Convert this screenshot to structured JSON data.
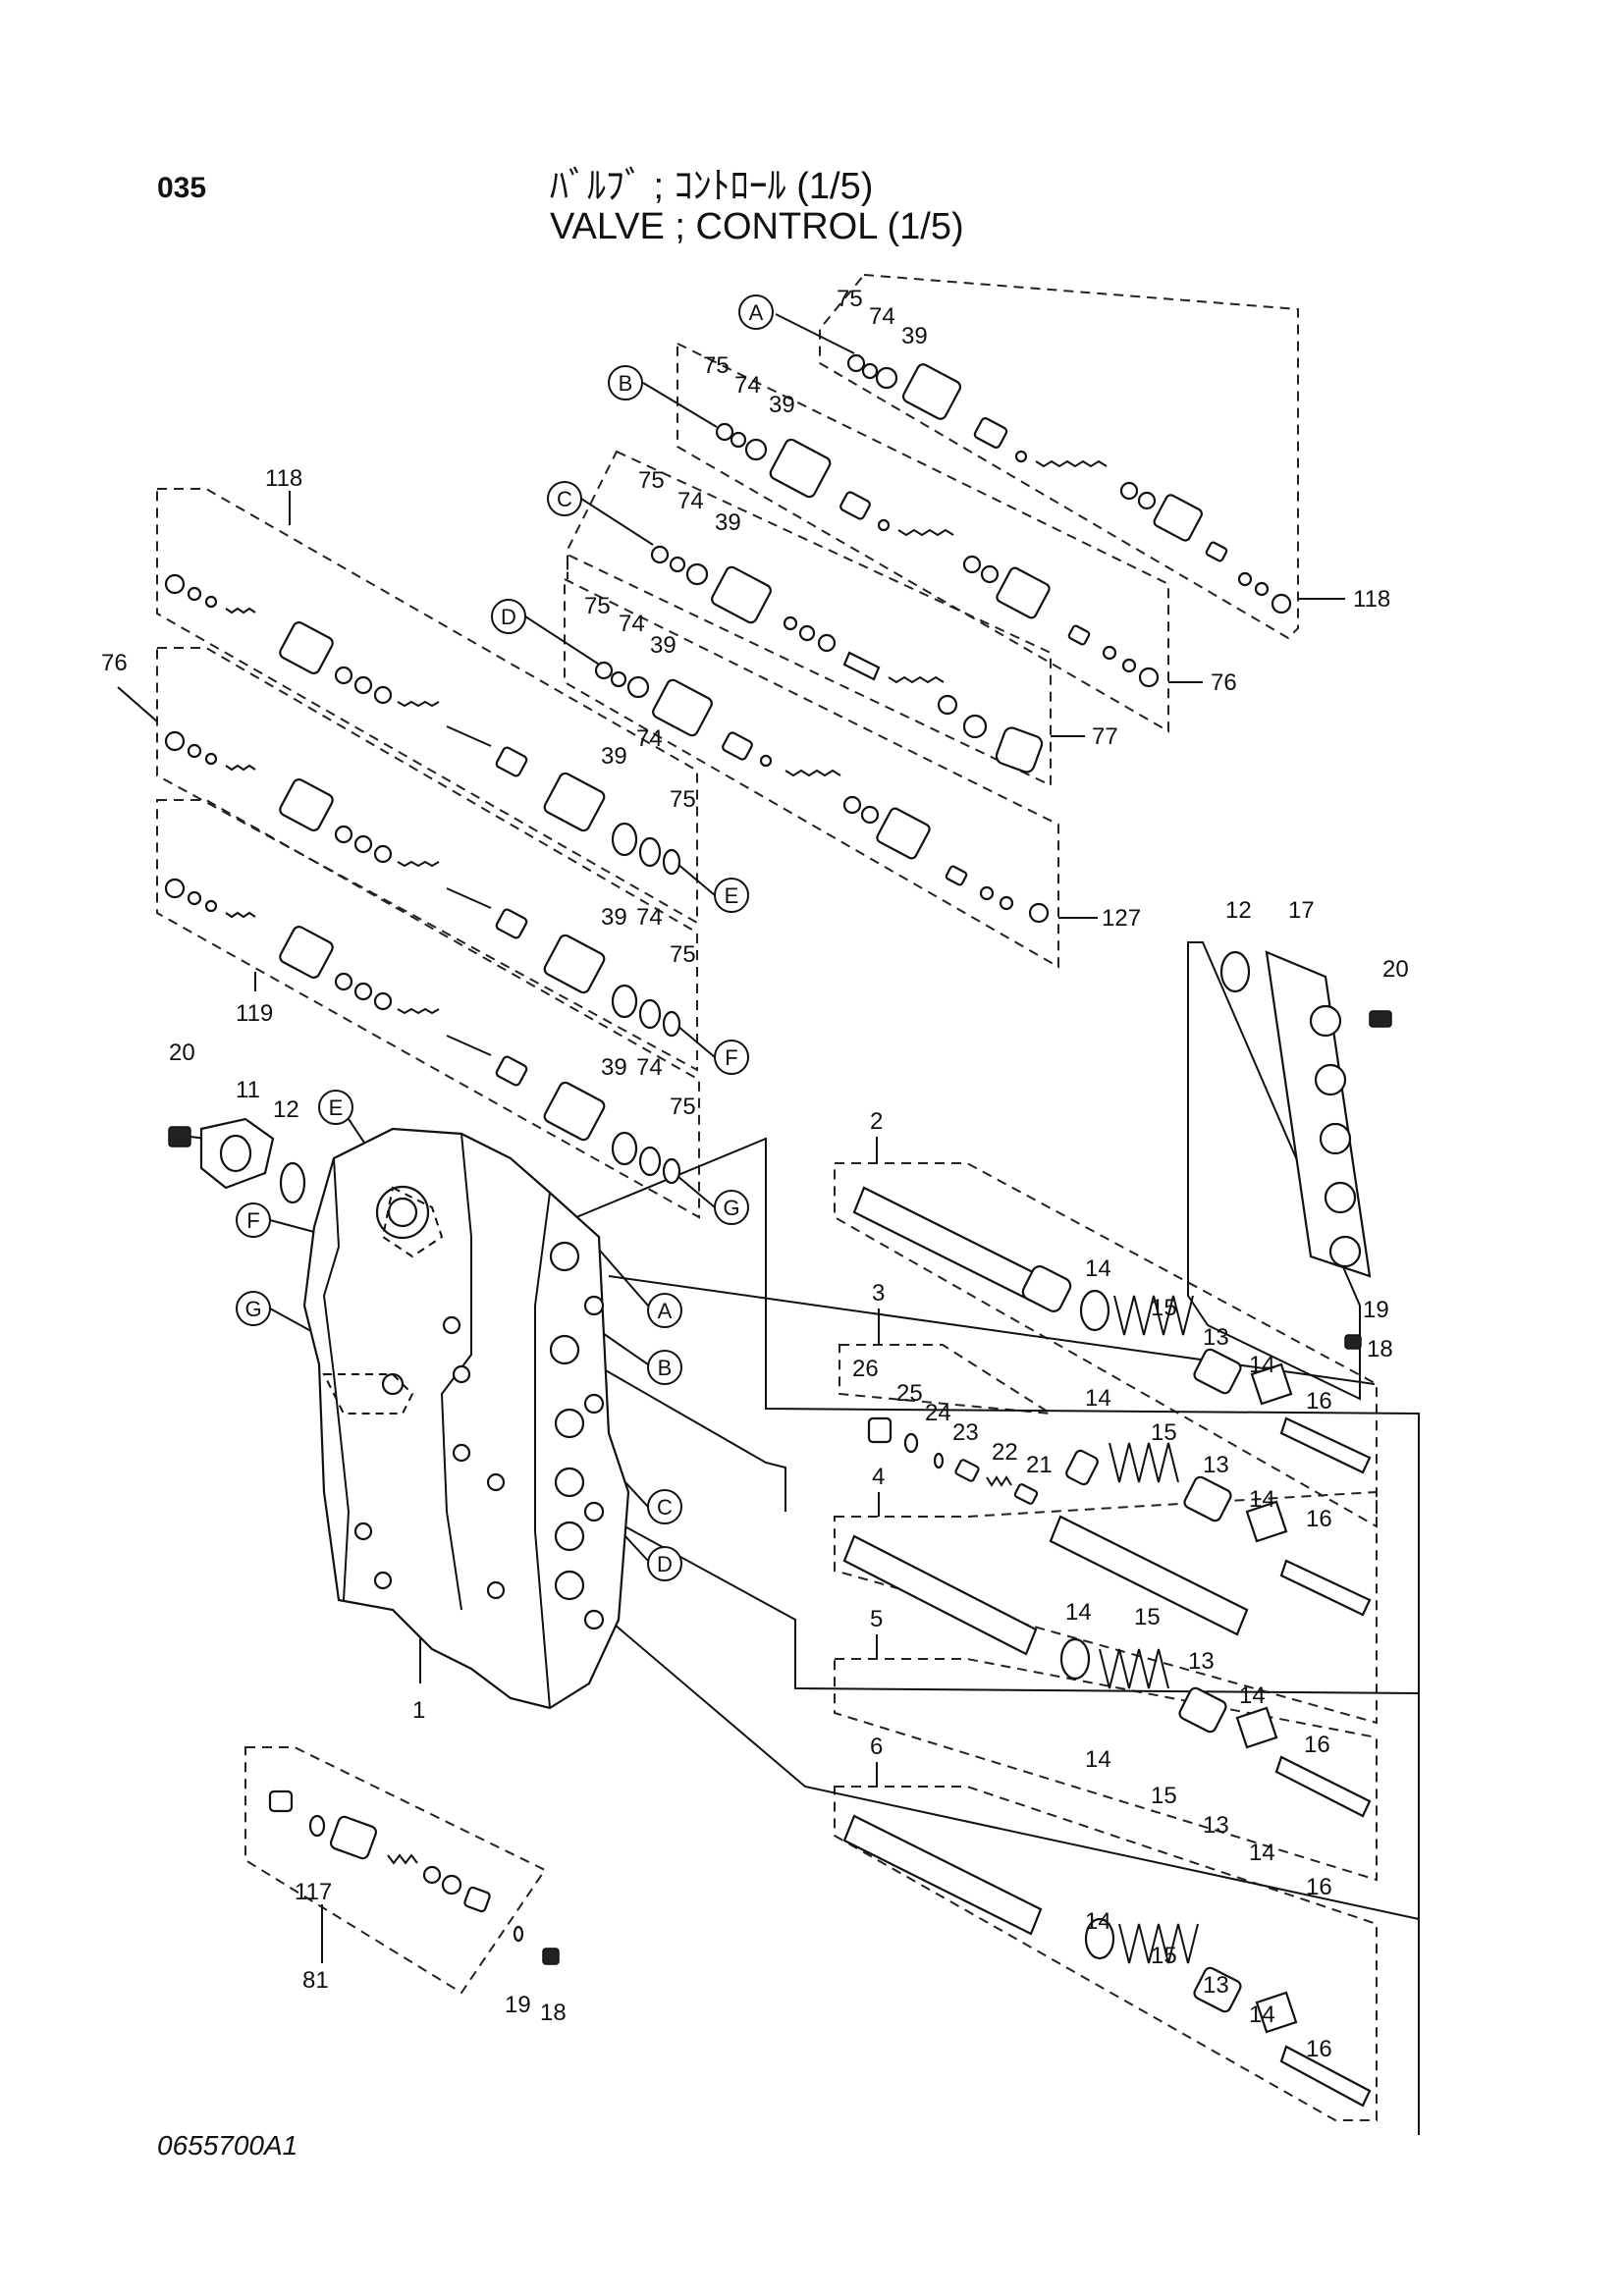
{
  "header": {
    "page_number": "035",
    "title_jp": "ﾊﾞﾙﾌﾞ ; ｺﾝﾄﾛｰﾙ (1/5)",
    "title_en": "VALVE ; CONTROL (1/5)"
  },
  "footer": {
    "drawing_code": "0655700A1"
  },
  "refs": {
    "A": "A",
    "B": "B",
    "C": "C",
    "D": "D",
    "E": "E",
    "F": "F",
    "G": "G"
  },
  "labels": {
    "p1": "1",
    "p2": "2",
    "p3": "3",
    "p4": "4",
    "p5": "5",
    "p6": "6",
    "p11": "11",
    "p12": "12",
    "p13": "13",
    "p14": "14",
    "p15": "15",
    "p16": "16",
    "p17": "17",
    "p18": "18",
    "p19": "19",
    "p20": "20",
    "p21": "21",
    "p22": "22",
    "p23": "23",
    "p24": "24",
    "p25": "25",
    "p26": "26",
    "p39": "39",
    "p74": "74",
    "p75": "75",
    "p76": "76",
    "p77": "77",
    "p81": "81",
    "p117": "117",
    "p118": "118",
    "p119": "119",
    "p127": "127"
  }
}
